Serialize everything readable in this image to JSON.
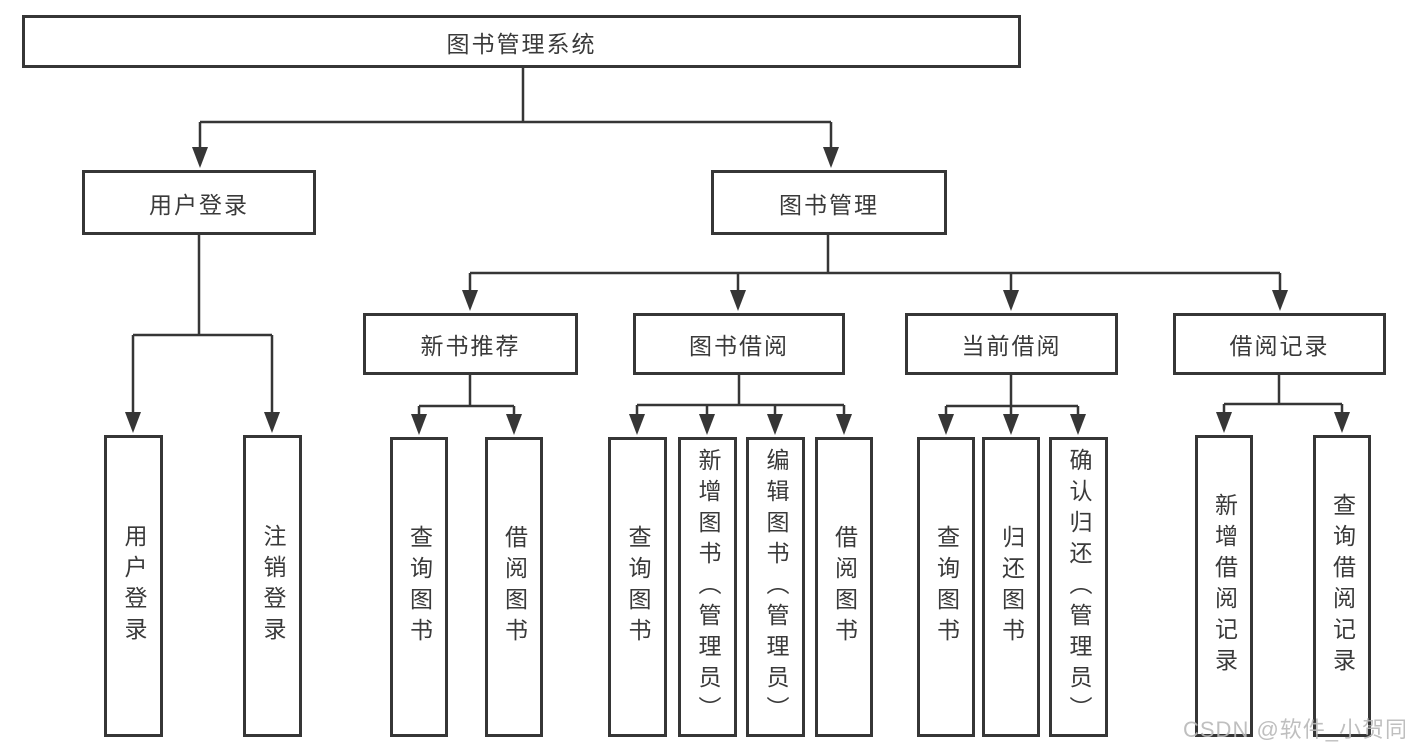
{
  "diagram": {
    "root": {
      "label": "图书管理系统"
    },
    "login": {
      "label": "用户登录",
      "leaves": [
        {
          "label": "用户登录"
        },
        {
          "label": "注销登录"
        }
      ]
    },
    "management": {
      "label": "图书管理"
    },
    "modules": [
      {
        "label": "新书推荐",
        "leaves": [
          {
            "label": "查询图书"
          },
          {
            "label": "借阅图书"
          }
        ]
      },
      {
        "label": "图书借阅",
        "leaves": [
          {
            "label": "查询图书"
          },
          {
            "label": "新增图书（管理员）"
          },
          {
            "label": "编辑图书（管理员）"
          },
          {
            "label": "借阅图书"
          }
        ]
      },
      {
        "label": "当前借阅",
        "leaves": [
          {
            "label": "查询图书"
          },
          {
            "label": "归还图书"
          },
          {
            "label": "确认归还（管理员）"
          }
        ]
      },
      {
        "label": "借阅记录",
        "leaves": [
          {
            "label": "新增借阅记录"
          },
          {
            "label": "查询借阅记录"
          }
        ]
      }
    ]
  },
  "watermark": {
    "text": "CSDN @软件_小贺同学"
  },
  "colors": {
    "line": "#363636",
    "text": "#3a3a3a",
    "watermark": "#b9b9b9",
    "background": "#ffffff"
  }
}
